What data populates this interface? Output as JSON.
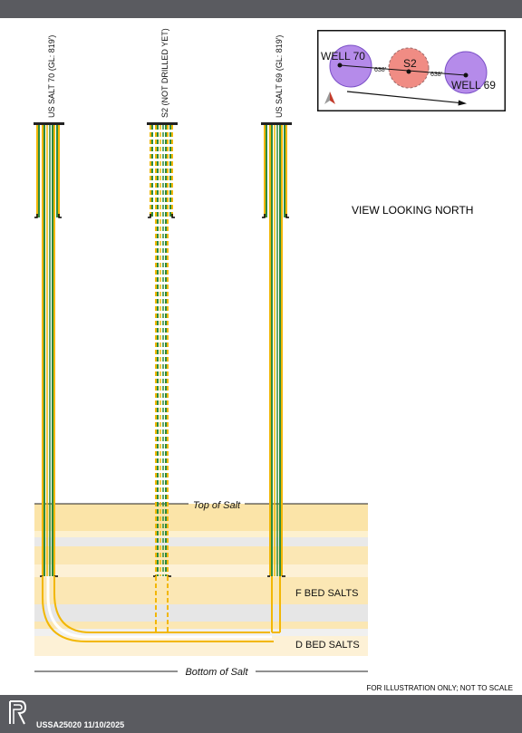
{
  "wells": [
    {
      "label": "US SALT 70 (GL: 819')"
    },
    {
      "label": "S2 (NOT DRILLED YET)"
    },
    {
      "label": "US SALT 69 (GL: 819')"
    }
  ],
  "map": {
    "well70": "WELL 70",
    "s2": "S2",
    "well69": "WELL 69",
    "dist_left": "638'",
    "dist_right": "638'"
  },
  "view_label": "VIEW LOOKING NORTH",
  "strata": {
    "top_of_salt": "Top of Salt",
    "f_bed": "F BED SALTS",
    "d_bed": "D BED SALTS",
    "bottom_of_salt": "Bottom of Salt"
  },
  "disclaimer": "FOR ILLUSTRATION ONLY; NOT TO SCALE",
  "footer": "USSA25020 11/10/2025",
  "colors": {
    "casing_green": "#2e8b3d",
    "casing_yellow": "#f2b705",
    "salt_yellow": "#fbe7b4",
    "salt_gray": "#e6e6e6",
    "well_circle": "#b58bea",
    "s2_circle": "#f08c84",
    "chrome": "#5a5b60"
  }
}
